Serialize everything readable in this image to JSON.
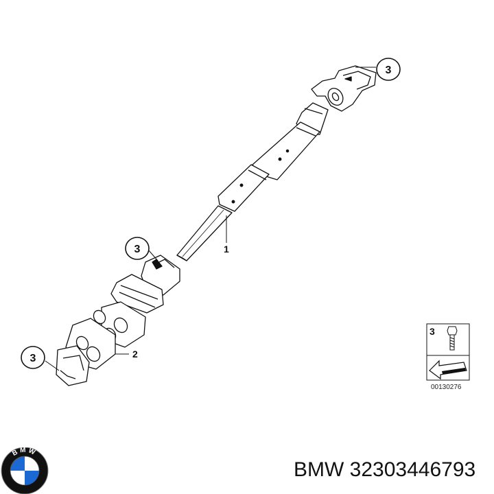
{
  "callouts": {
    "top_right": "3",
    "middle": "3",
    "lower_left": "3"
  },
  "part_numbers": {
    "shaft": "1",
    "joint": "2"
  },
  "legend": {
    "number": "3",
    "reference_code": "00130276"
  },
  "caption": {
    "brand": "BMW",
    "part_number": "32303446793"
  },
  "logo": {
    "letters": "BMW",
    "colors": {
      "blue": "#1c69d4",
      "ring": "#111111",
      "white": "#ffffff"
    }
  }
}
